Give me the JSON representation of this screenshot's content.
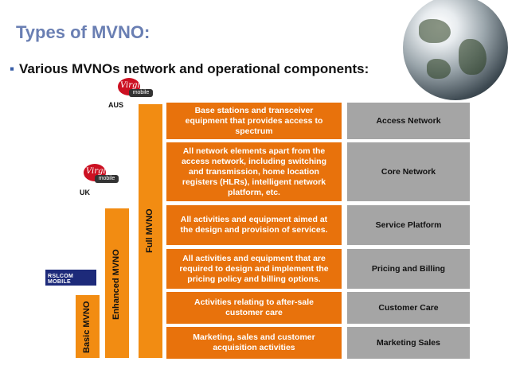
{
  "title": "Types of MVNO:",
  "subtitle": "Various MVNOs network and operational components:",
  "mvno_types": [
    "Basic MVNO",
    "Enhanced MVNO",
    "Full MVNO"
  ],
  "countries": {
    "aus": "AUS",
    "uk": "UK"
  },
  "logos": {
    "virgin_text": "Virgin",
    "virgin_tag": "mobile",
    "rslcom": "RSLCOM MOBILE"
  },
  "rows": [
    {
      "description": "Base stations and transceiver equipment that provides access to spectrum",
      "component": "Access Network"
    },
    {
      "description": "All network elements apart from the access network, including switching and transmission, home location registers (HLRs), intelligent network platform, etc.",
      "component": "Core Network"
    },
    {
      "description": "All activities and equipment aimed at the design and provision of services.",
      "component": "Service Platform"
    },
    {
      "description": "All activities and equipment that are required to design and implement the pricing policy and billing options.",
      "component": "Pricing and Billing"
    },
    {
      "description": "Activities relating to after-sale customer care",
      "component": "Customer Care"
    },
    {
      "description": "Marketing, sales and customer acquisition activities",
      "component": "Marketing Sales"
    }
  ],
  "colors": {
    "orange_box": "#e8720c",
    "bar": "#f28c12",
    "gray_box": "#a5a5a5",
    "title": "#6a7fb3"
  }
}
